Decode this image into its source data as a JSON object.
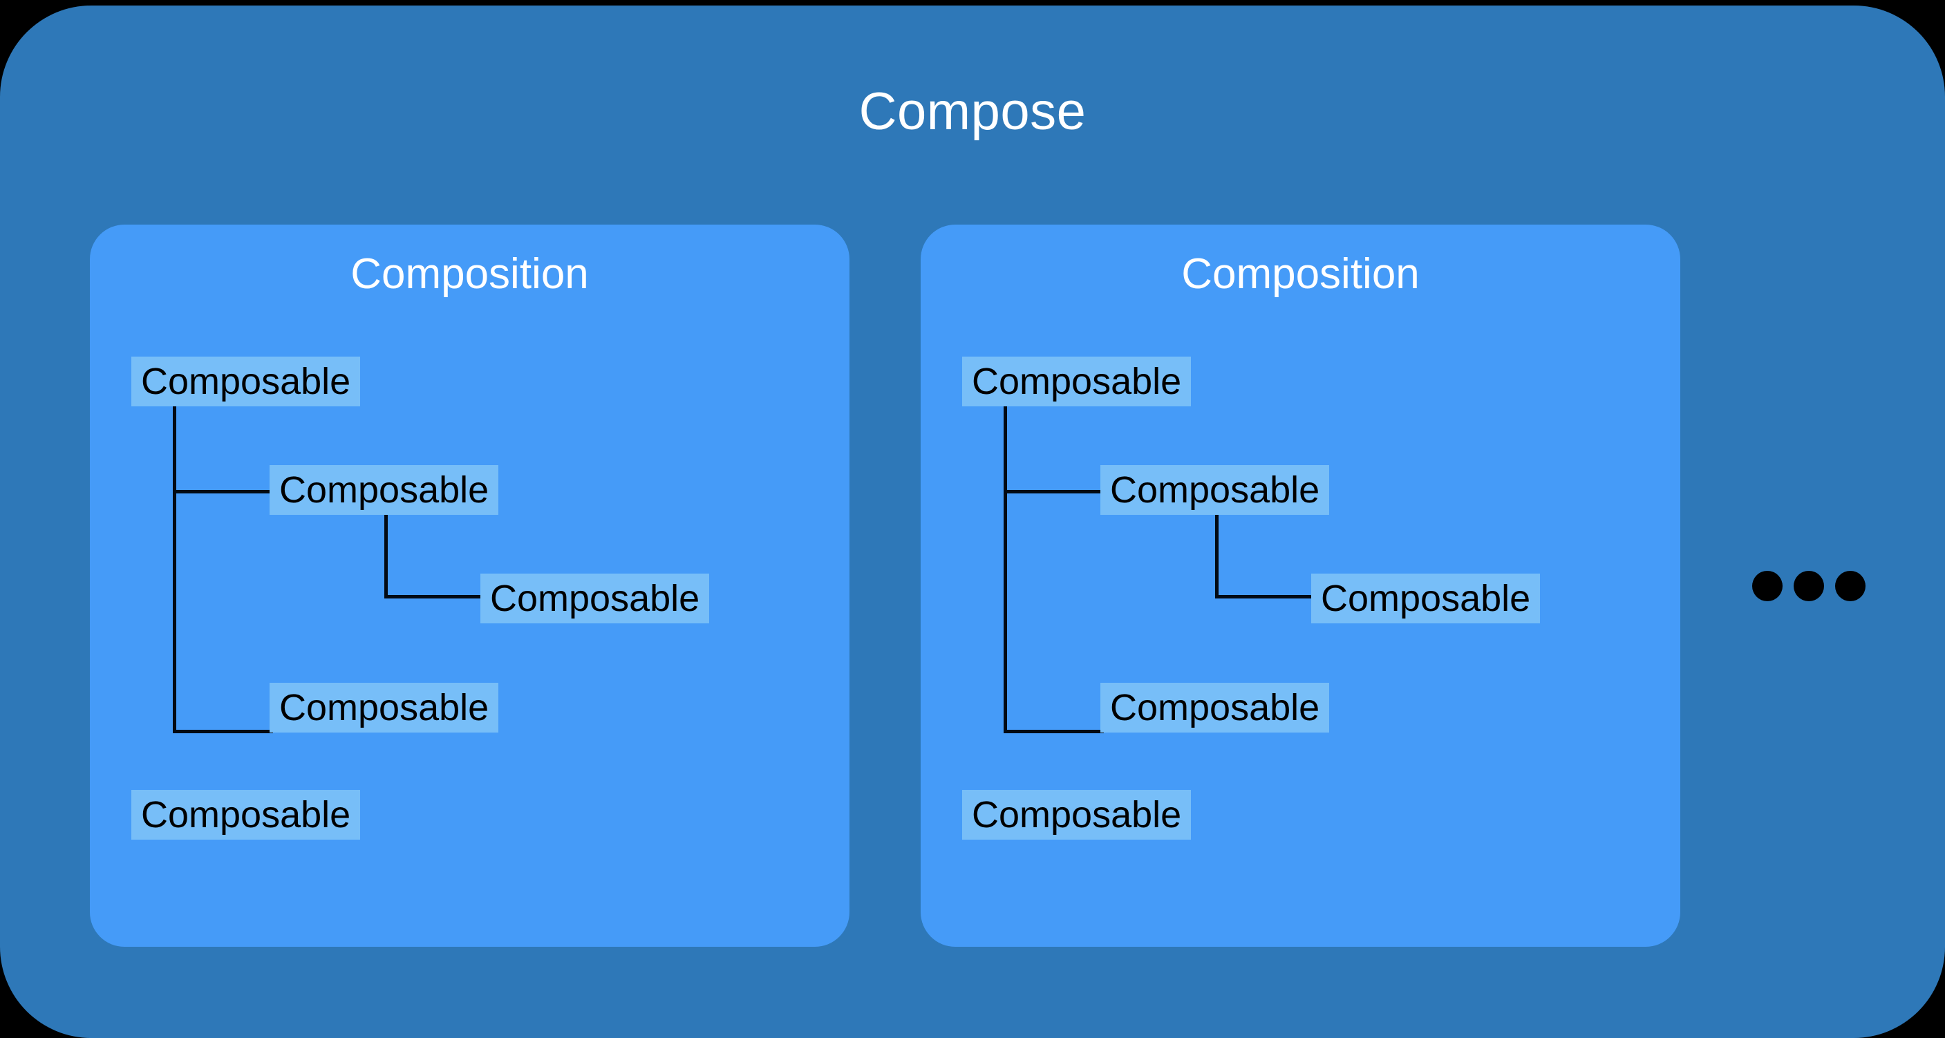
{
  "container": {
    "title": "Compose",
    "background_color": "#2E78B8",
    "title_color": "#FFFFFF"
  },
  "page_background_color": "#000000",
  "panel_color": "#459BF8",
  "chip_color": "#77BEF8",
  "line_color": "#020A14",
  "compositions": [
    {
      "title": "Composition",
      "nodes": [
        {
          "label": "Composable",
          "depth": 0
        },
        {
          "label": "Composable",
          "depth": 1
        },
        {
          "label": "Composable",
          "depth": 2
        },
        {
          "label": "Composable",
          "depth": 1
        },
        {
          "label": "Composable",
          "depth": 0
        }
      ]
    },
    {
      "title": "Composition",
      "nodes": [
        {
          "label": "Composable",
          "depth": 0
        },
        {
          "label": "Composable",
          "depth": 1
        },
        {
          "label": "Composable",
          "depth": 2
        },
        {
          "label": "Composable",
          "depth": 1
        },
        {
          "label": "Composable",
          "depth": 0
        }
      ]
    }
  ],
  "ellipsis": {
    "label": "...",
    "dot_count": 3
  }
}
